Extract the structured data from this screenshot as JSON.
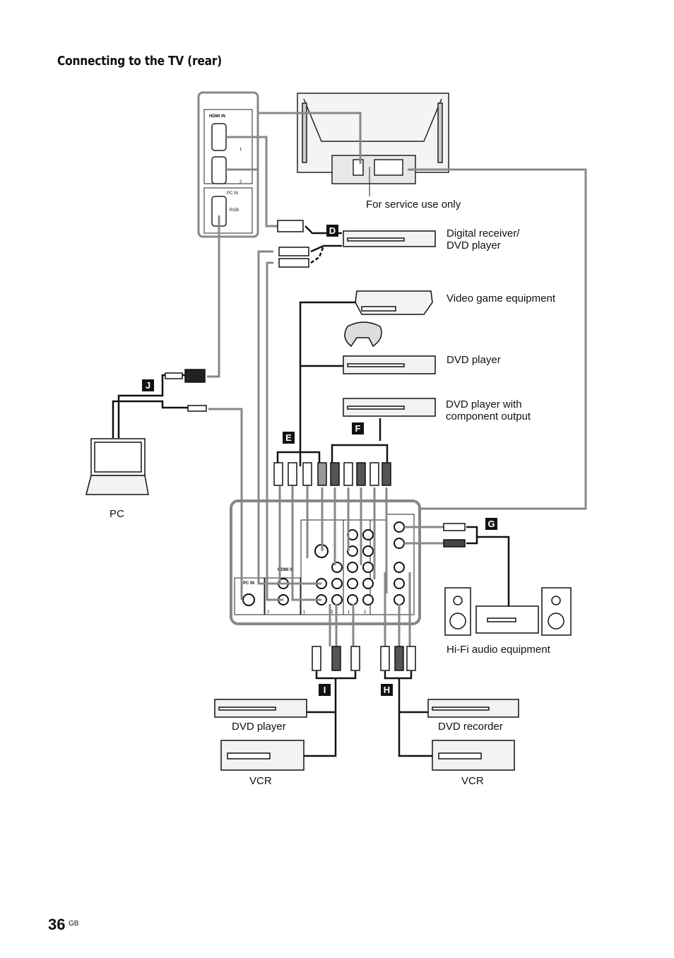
{
  "page": {
    "title": "Connecting to the TV (rear)",
    "number": "36",
    "suffix": "GB"
  },
  "labels": {
    "service": "For service use only",
    "digital_receiver": "Digital receiver/\nDVD player",
    "video_game": "Video game equipment",
    "dvd_player": "DVD player",
    "dvd_component": "DVD player with\ncomponent output",
    "pc": "PC",
    "hifi": "Hi-Fi audio equipment",
    "dvd_player_bottom": "DVD player",
    "dvd_recorder": "DVD recorder",
    "vcr_left": "VCR",
    "vcr_right": "VCR"
  },
  "tags": {
    "d": "D",
    "e": "E",
    "f": "F",
    "g": "G",
    "h": "H",
    "i": "I",
    "j": "J"
  },
  "panel_text": {
    "hdmi_in": "HDMI IN",
    "hdmi_1": "1",
    "hdmi_2": "2",
    "pc_in": "PC IN",
    "rgb": "RGB",
    "rear_pc_in": "PC IN",
    "rear_hdmi_in": "HDMI IN",
    "n2a": "2",
    "n1": "1",
    "n3": "3",
    "n1b": "1",
    "n2b": "2"
  }
}
